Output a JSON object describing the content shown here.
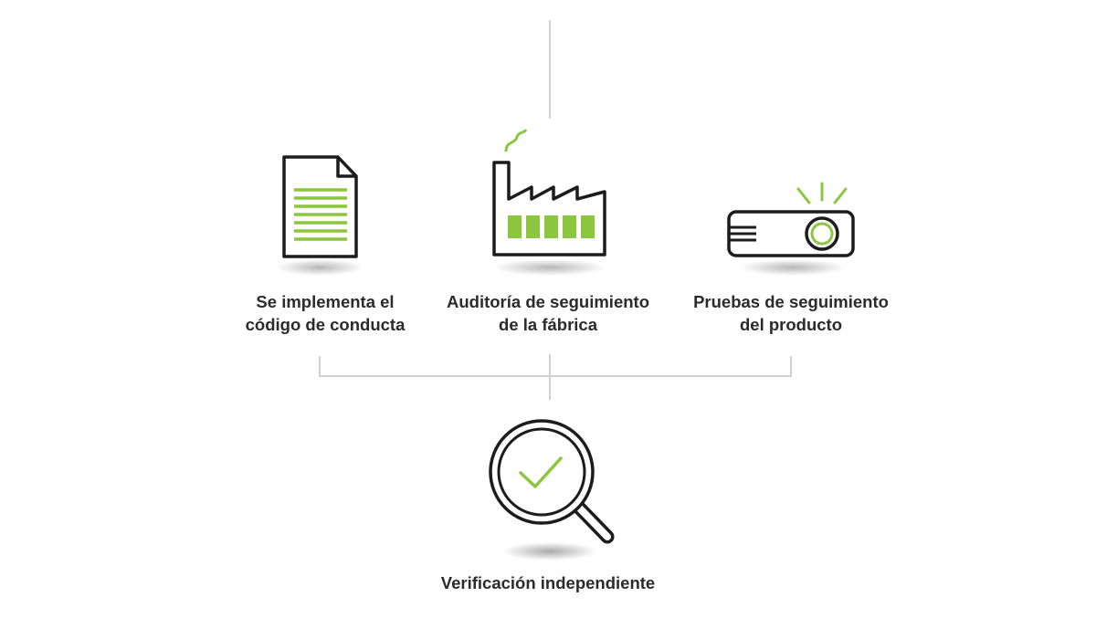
{
  "colors": {
    "accent": "#8cc63f",
    "stroke": "#1c1c1c",
    "connector": "#cfcfd6",
    "text": "#2b2b2b"
  },
  "steps": [
    {
      "icon": "document-icon",
      "label_lines": [
        "Se implementa el",
        "código de conducta"
      ]
    },
    {
      "icon": "factory-icon",
      "label_lines": [
        "Auditoría de seguimiento",
        "de la fábrica"
      ]
    },
    {
      "icon": "projector-icon",
      "label_lines": [
        "Pruebas de seguimiento",
        "del producto"
      ]
    }
  ],
  "result": {
    "icon": "magnifier-check-icon",
    "label": "Verificación independiente"
  }
}
